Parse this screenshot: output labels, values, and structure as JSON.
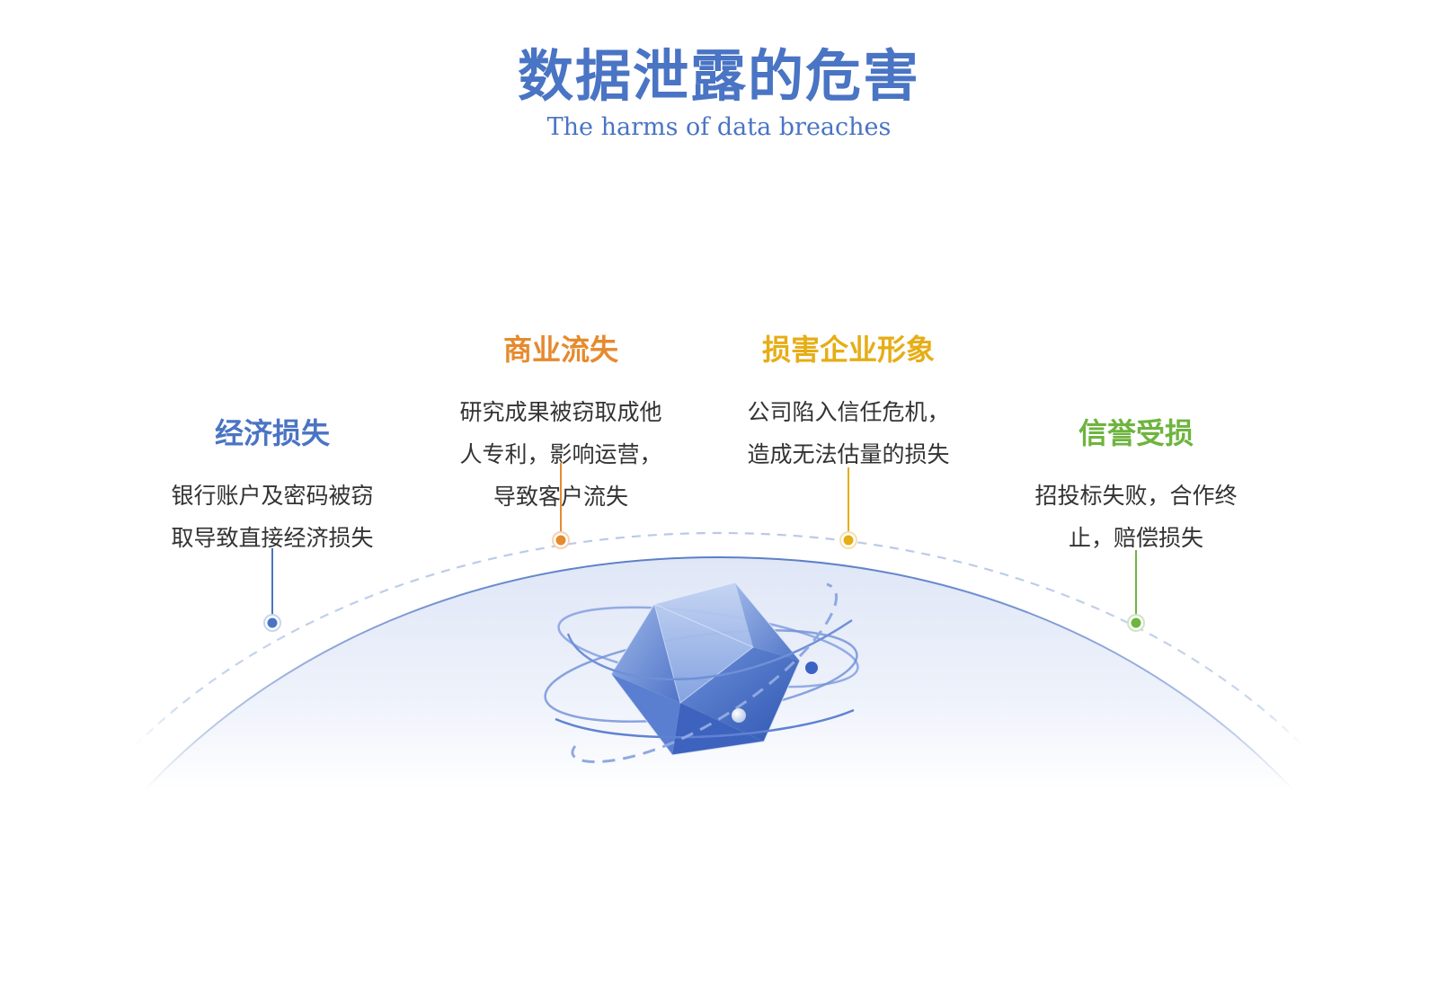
{
  "title": "数据泄露的危害",
  "subtitle": "The harms of data breaches",
  "harms": [
    {
      "title": "经济损失",
      "color": "#4a74c4",
      "lines": [
        "银行账户及密码被窃",
        "取导致直接经济损失"
      ]
    },
    {
      "title": "商业流失",
      "color": "#e68a2e",
      "lines": [
        "研究成果被窃取成他",
        "人专利，影响运营，",
        "导致客户流失"
      ]
    },
    {
      "title": "损害企业形象",
      "color": "#e6ad15",
      "lines": [
        "公司陷入信任危机，",
        "造成无法估量的损失"
      ]
    },
    {
      "title": "信誉受损",
      "color": "#6eb43f",
      "lines": [
        "招投标失败，合作终",
        "止，赔偿损失"
      ]
    }
  ],
  "colors": {
    "accent": "#4a74c4",
    "body_text": "#333333",
    "dashed_arc": "#b9c9e6"
  }
}
